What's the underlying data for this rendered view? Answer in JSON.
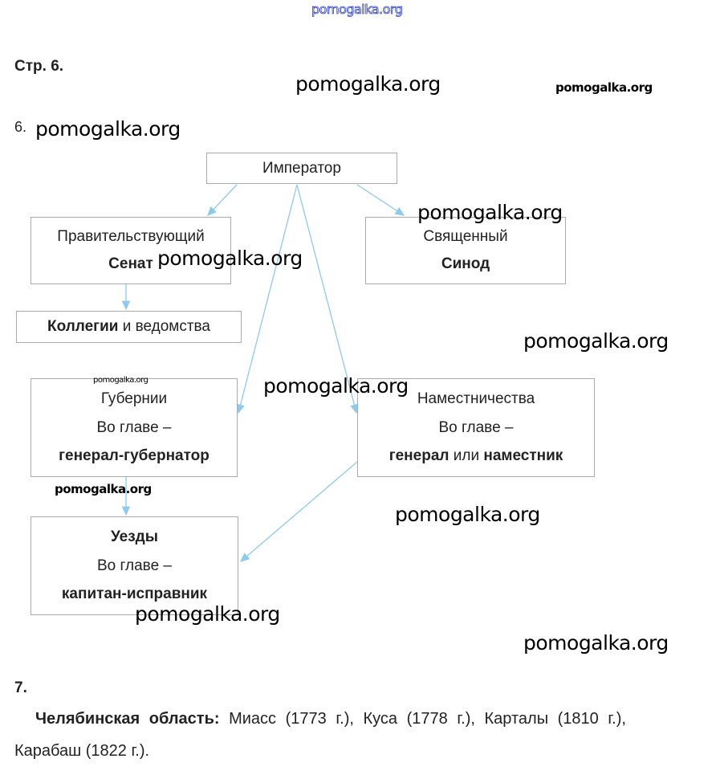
{
  "watermark": "pomogalka.org",
  "header": "Стр. 6.",
  "task6_number": "6.",
  "diagram": {
    "emperor": "Император",
    "senate": {
      "line1": "Правительствующий",
      "line2": "Сенат"
    },
    "synod": {
      "line1": "Священный",
      "line2": "Синод"
    },
    "collegia": {
      "bold": "Коллегии",
      "rest": " и ведомства"
    },
    "gubernii": {
      "line1": "Губернии",
      "line2": "Во главе –",
      "line3": "генерал-губернатор"
    },
    "namestnichestva": {
      "line1": "Наместничества",
      "line2": "Во главе –",
      "line3a": "генерал",
      "line3b": " или ",
      "line3c": "наместник"
    },
    "uezdy": {
      "line1": "Уезды",
      "line2": "Во главе –",
      "line3": "капитан-исправник"
    },
    "arrow_color": "#8ec9ee"
  },
  "task7": {
    "number": "7.",
    "label": "Челябинская область:",
    "text1": " Миасс (1773 г.), Куса (1778 г.), Карталы (1810 г.),",
    "text2": "Карабаш (1822 г.)."
  }
}
